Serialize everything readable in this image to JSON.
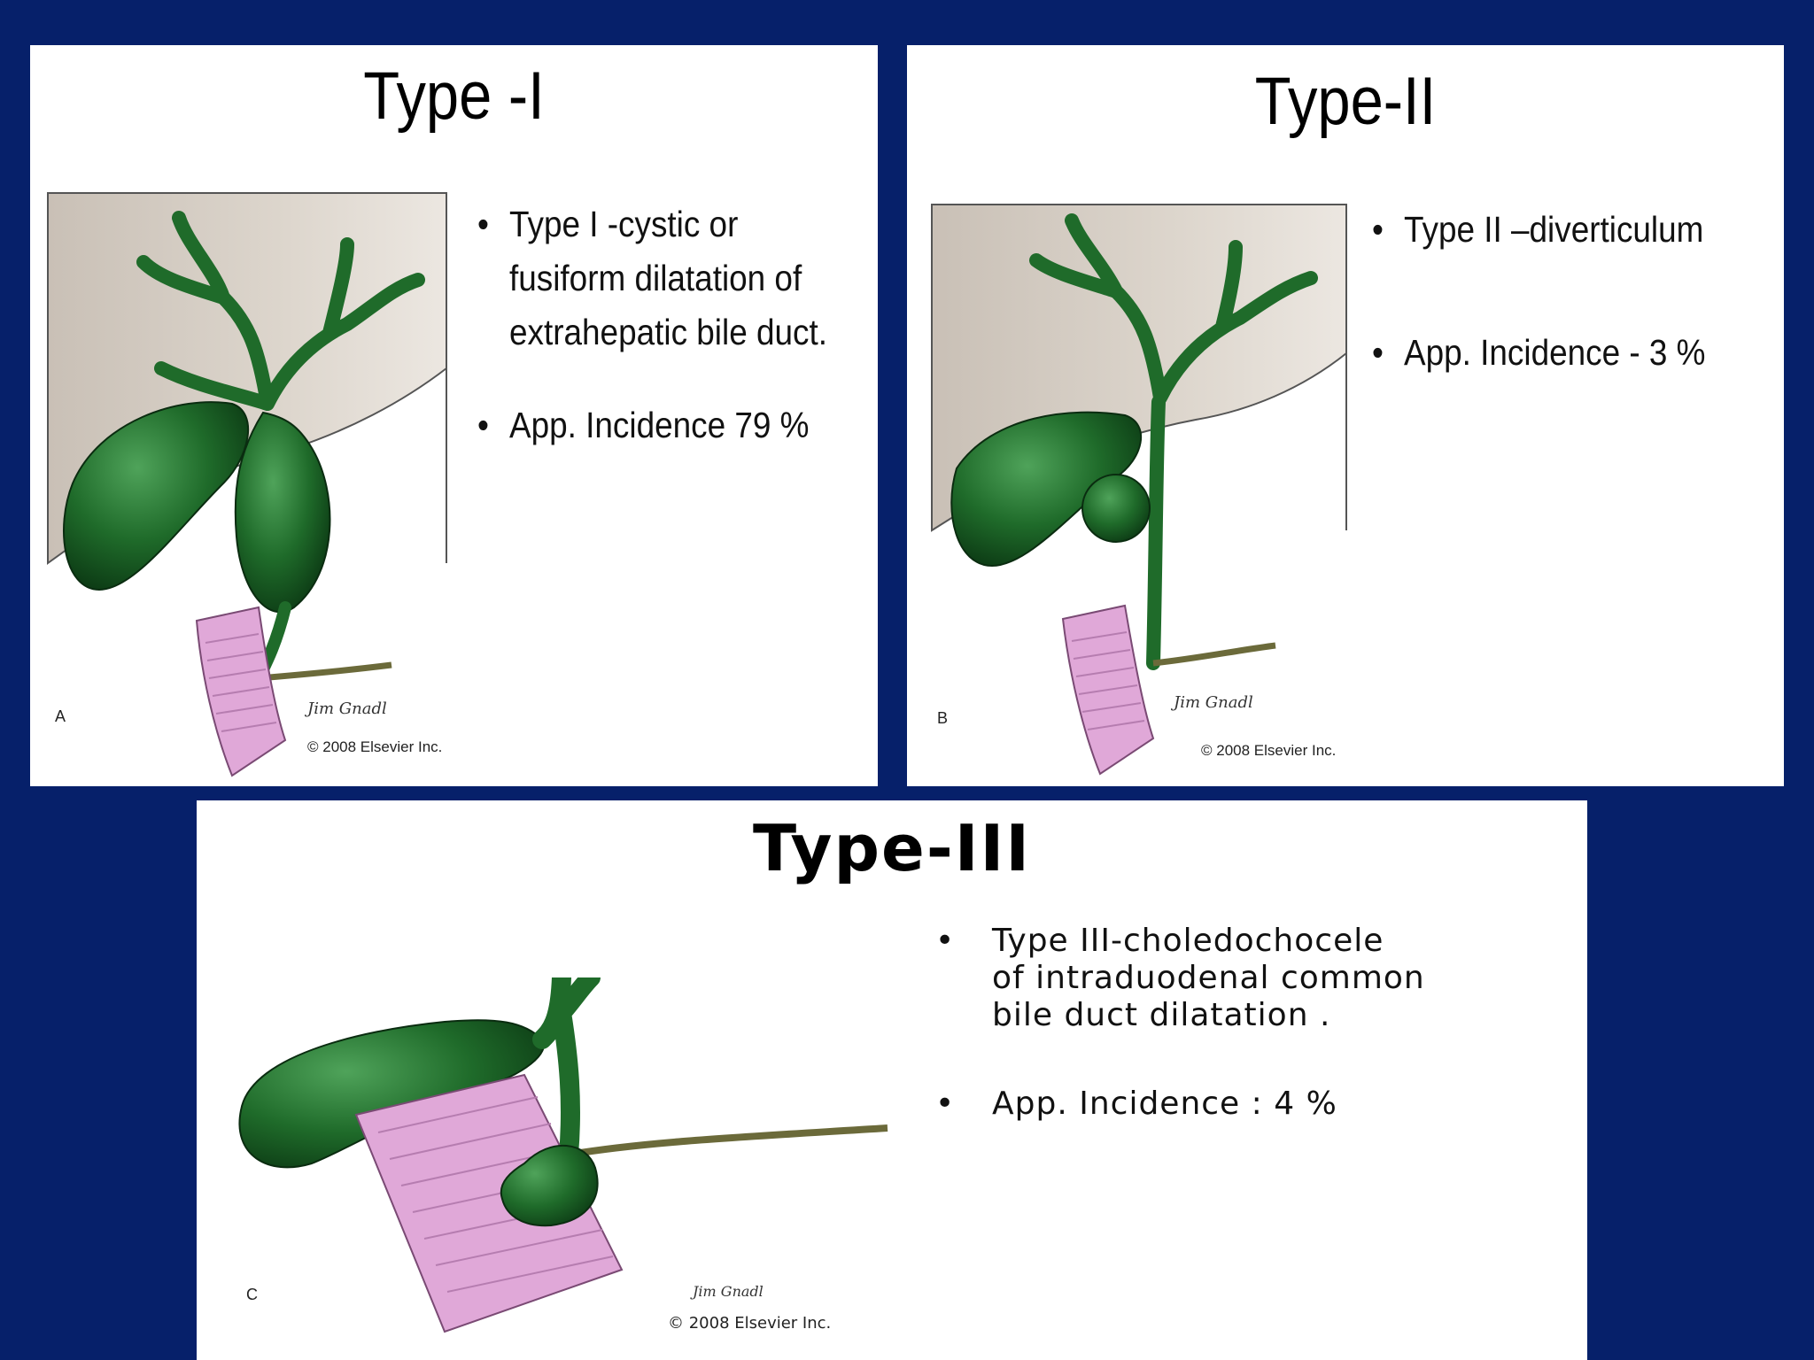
{
  "panels": [
    {
      "title": "Type -I",
      "bullets": [
        "Type I -cystic or\nfusiform dilatation of\nextrahepatic bile duct.",
        "App. Incidence 79 %"
      ],
      "figure_letter": "A",
      "copyright": "© 2008 Elsevier Inc."
    },
    {
      "title": "Type-II",
      "bullets": [
        "Type II –diverticulum",
        "App. Incidence  - 3 %"
      ],
      "figure_letter": "B",
      "copyright": "© 2008 Elsevier Inc."
    },
    {
      "title": "Type-III",
      "bullets": [
        "Type III-choledochocele\nof intraduodenal common\nbile duct dilatation .",
        "App. Incidence : 4 %"
      ],
      "figure_letter": "C",
      "copyright": "© 2008 Elsevier Inc."
    }
  ],
  "colors": {
    "background": "#06206a",
    "bile_duct_green": "#1f6b2a",
    "liver_gray": "#d9d2c8",
    "duodenum_pink": "#e0a8d8"
  }
}
